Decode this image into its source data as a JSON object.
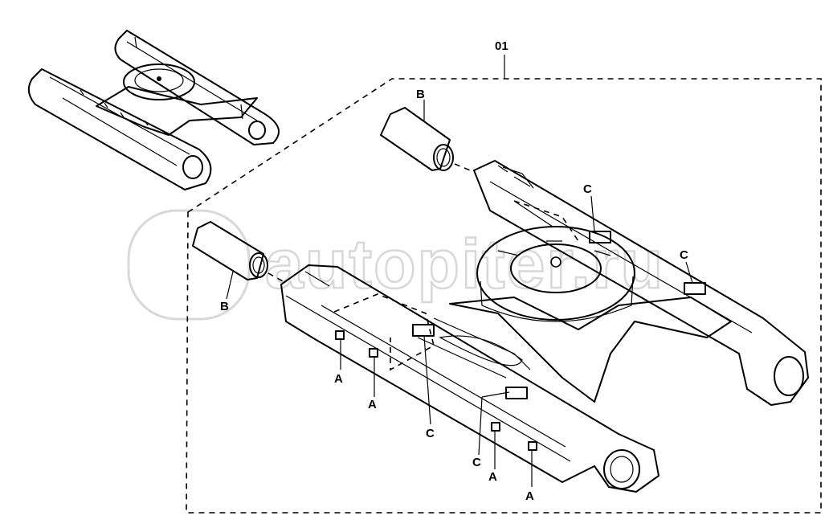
{
  "diagram": {
    "assembly_label": "01",
    "watermark": "autopiter.ru",
    "callouts": {
      "B_upper": "B",
      "B_left": "B",
      "C_upper": "C",
      "C_right": "C",
      "C_lower_mid": "C",
      "C_lower_right": "C",
      "A_1": "A",
      "A_2": "A",
      "A_3": "A",
      "A_4": "A"
    }
  }
}
